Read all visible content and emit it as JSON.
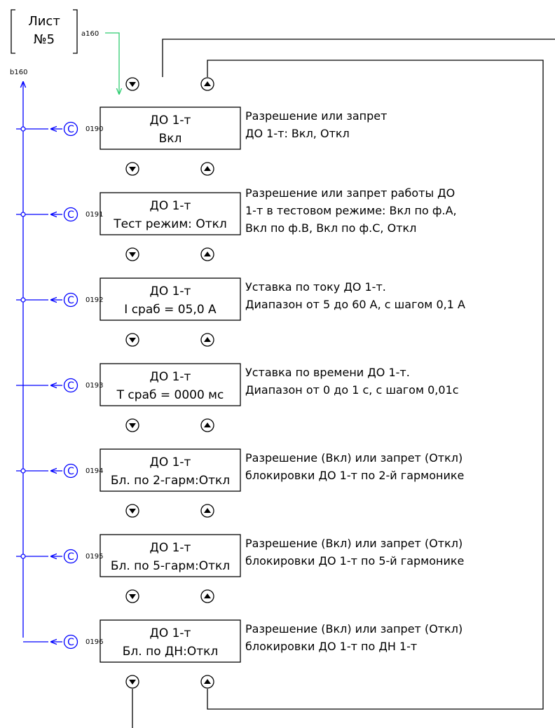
{
  "sheet_label": {
    "line1": "Лист",
    "line2": "№5"
  },
  "connector_a": "a160",
  "connector_b": "b160",
  "call_symbol": "C",
  "colors": {
    "signal_line": "#0000ff",
    "entry_arrow": "#2ecc71",
    "lines": "#000000"
  },
  "icons": {
    "down": "arrow-down-circle-icon",
    "up": "arrow-up-circle-icon",
    "call": "circled-c-icon"
  },
  "blocks": [
    {
      "code": "0190",
      "line1": "ДО 1-т",
      "line2": "Вкл",
      "desc": [
        "Разрешение или запрет",
        "ДО 1-т: Вкл, Откл"
      ]
    },
    {
      "code": "0191",
      "line1": "ДО 1-т",
      "line2": "Тест режим: Откл",
      "desc": [
        "Разрешение или запрет работы ДО",
        "1-т в тестовом режиме: Вкл по ф.А,",
        "Вкл по ф.В, Вкл по ф.С, Откл"
      ]
    },
    {
      "code": "0192",
      "line1": "ДО 1-т",
      "line2": "I сраб = 05,0 А",
      "desc": [
        "Уставка по току ДО 1-т.",
        "Диапазон от 5 до 60 А, с шагом 0,1 А"
      ]
    },
    {
      "code": "0193",
      "line1": "ДО 1-т",
      "line2": "Т сраб = 0000 мс",
      "desc": [
        "Уставка по времени ДО 1-т.",
        "Диапазон от 0 до 1 с, с шагом 0,01с"
      ]
    },
    {
      "code": "0194",
      "line1": "ДО 1-т",
      "line2": "Бл. по 2-гарм:Откл",
      "desc": [
        "Разрешение (Вкл) или запрет (Откл)",
        "блокировки ДО 1-т по 2-й гармонике"
      ]
    },
    {
      "code": "0195",
      "line1": "ДО 1-т",
      "line2": "Бл. по 5-гарм:Откл",
      "desc": [
        "Разрешение (Вкл) или запрет (Откл)",
        "блокировки ДО 1-т по 5-й гармонике"
      ]
    },
    {
      "code": "0196",
      "line1": "ДО 1-т",
      "line2": "Бл. по ДН:Откл",
      "desc": [
        "Разрешение (Вкл) или запрет (Откл)",
        "блокировки ДО 1-т по ДН 1-т"
      ]
    }
  ]
}
